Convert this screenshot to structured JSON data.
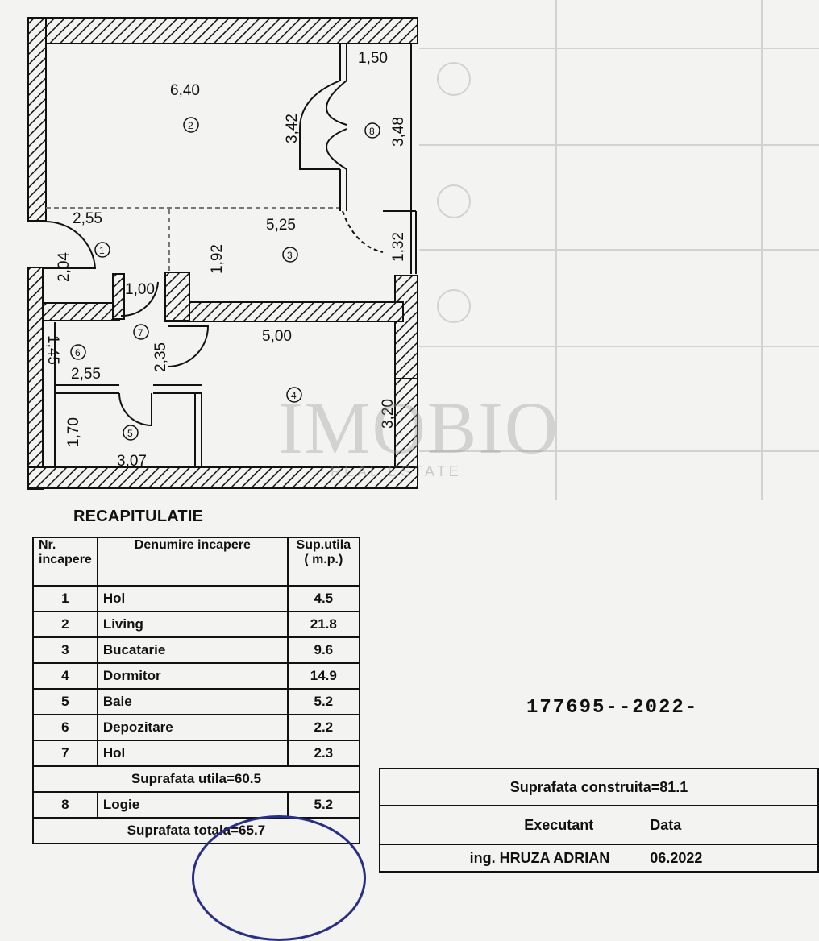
{
  "plan": {
    "dimensions": {
      "living_width": "6,40",
      "door_height": "3,42",
      "loggia_width": "1,50",
      "loggia_height": "3,48",
      "hall_width": "2,55",
      "kitchen_width": "5,25",
      "entry_height": "2,04",
      "kitchen_height": "1,92",
      "kitchen_right_height": "1,32",
      "hall2_width": "1,00",
      "hall2_height": "2,35",
      "storage_height": "1,45",
      "storage_width": "2,55",
      "bedroom_width": "5,00",
      "bedroom_height": "3,20",
      "bath_height": "1,70",
      "bath_width": "3,07"
    },
    "room_numbers": [
      "1",
      "2",
      "3",
      "4",
      "5",
      "6",
      "7",
      "8"
    ]
  },
  "watermark": {
    "main": "IMOBIO",
    "sub": "REAL ESTATE"
  },
  "recap": {
    "title": "RECAPITULATIE",
    "headers": {
      "nr": "Nr. incapere",
      "name": "Denumire incapere",
      "area": "Sup.utila ( m.p.)"
    },
    "rows": [
      {
        "nr": "1",
        "name": "Hol",
        "area": "4.5"
      },
      {
        "nr": "2",
        "name": "Living",
        "area": "21.8"
      },
      {
        "nr": "3",
        "name": "Bucatarie",
        "area": "9.6"
      },
      {
        "nr": "4",
        "name": "Dormitor",
        "area": "14.9"
      },
      {
        "nr": "5",
        "name": "Baie",
        "area": "5.2"
      },
      {
        "nr": "6",
        "name": "Depozitare",
        "area": "2.2"
      },
      {
        "nr": "7",
        "name": "Hol",
        "area": "2.3"
      }
    ],
    "useful_total": "Suprafata utila=60.5",
    "loggia_row": {
      "nr": "8",
      "name": "Logie",
      "area": "5.2"
    },
    "grand_total": "Suprafata totala=65.7"
  },
  "registration_number": "177695--2022-",
  "execution": {
    "built_area": "Suprafata construita=81.1",
    "executant_label": "Executant",
    "date_label": "Data",
    "executant_name": "ing. HRUZA ADRIAN",
    "date": "06.2022"
  },
  "colors": {
    "ink": "#111111",
    "stamp": "#2a2f86",
    "paper": "#f3f3f1"
  }
}
